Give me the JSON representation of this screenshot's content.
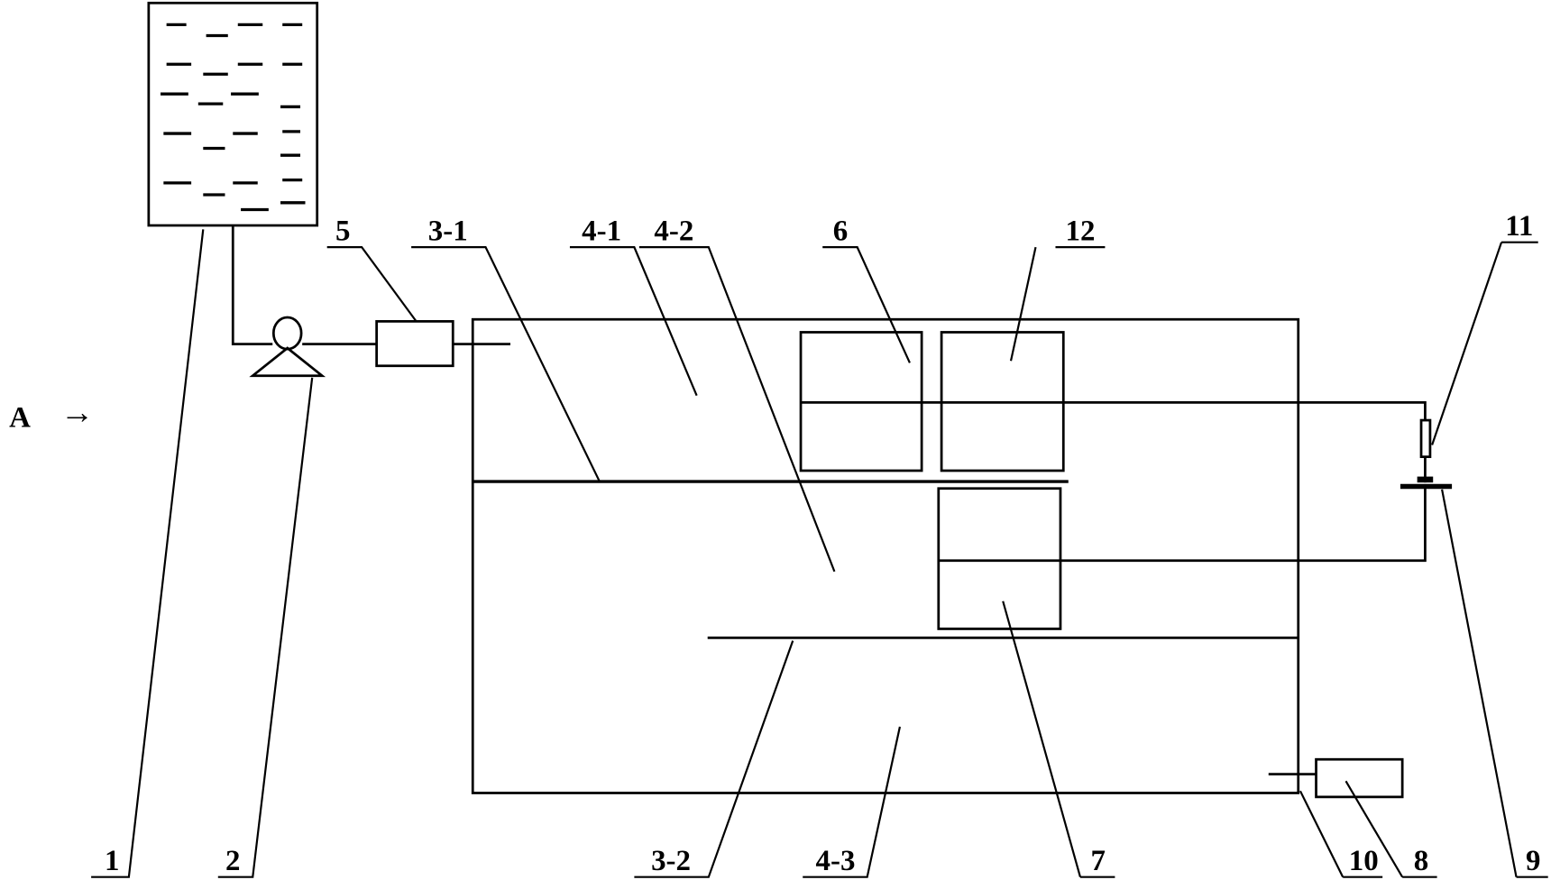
{
  "figure": {
    "view_label": "A",
    "view_arrow": "→",
    "labels": {
      "tank": "1",
      "pump": "2",
      "partition_upper": "3-1",
      "partition_lower": "3-2",
      "chamber_upper": "4-1",
      "chamber_middle": "4-2",
      "chamber_lower": "4-3",
      "inlet_unit": "5",
      "unit_6": "6",
      "unit_7": "7",
      "unit_8": "8",
      "plate_9": "9",
      "outlet_10": "10",
      "unit_11": "11",
      "unit_12": "12"
    }
  }
}
